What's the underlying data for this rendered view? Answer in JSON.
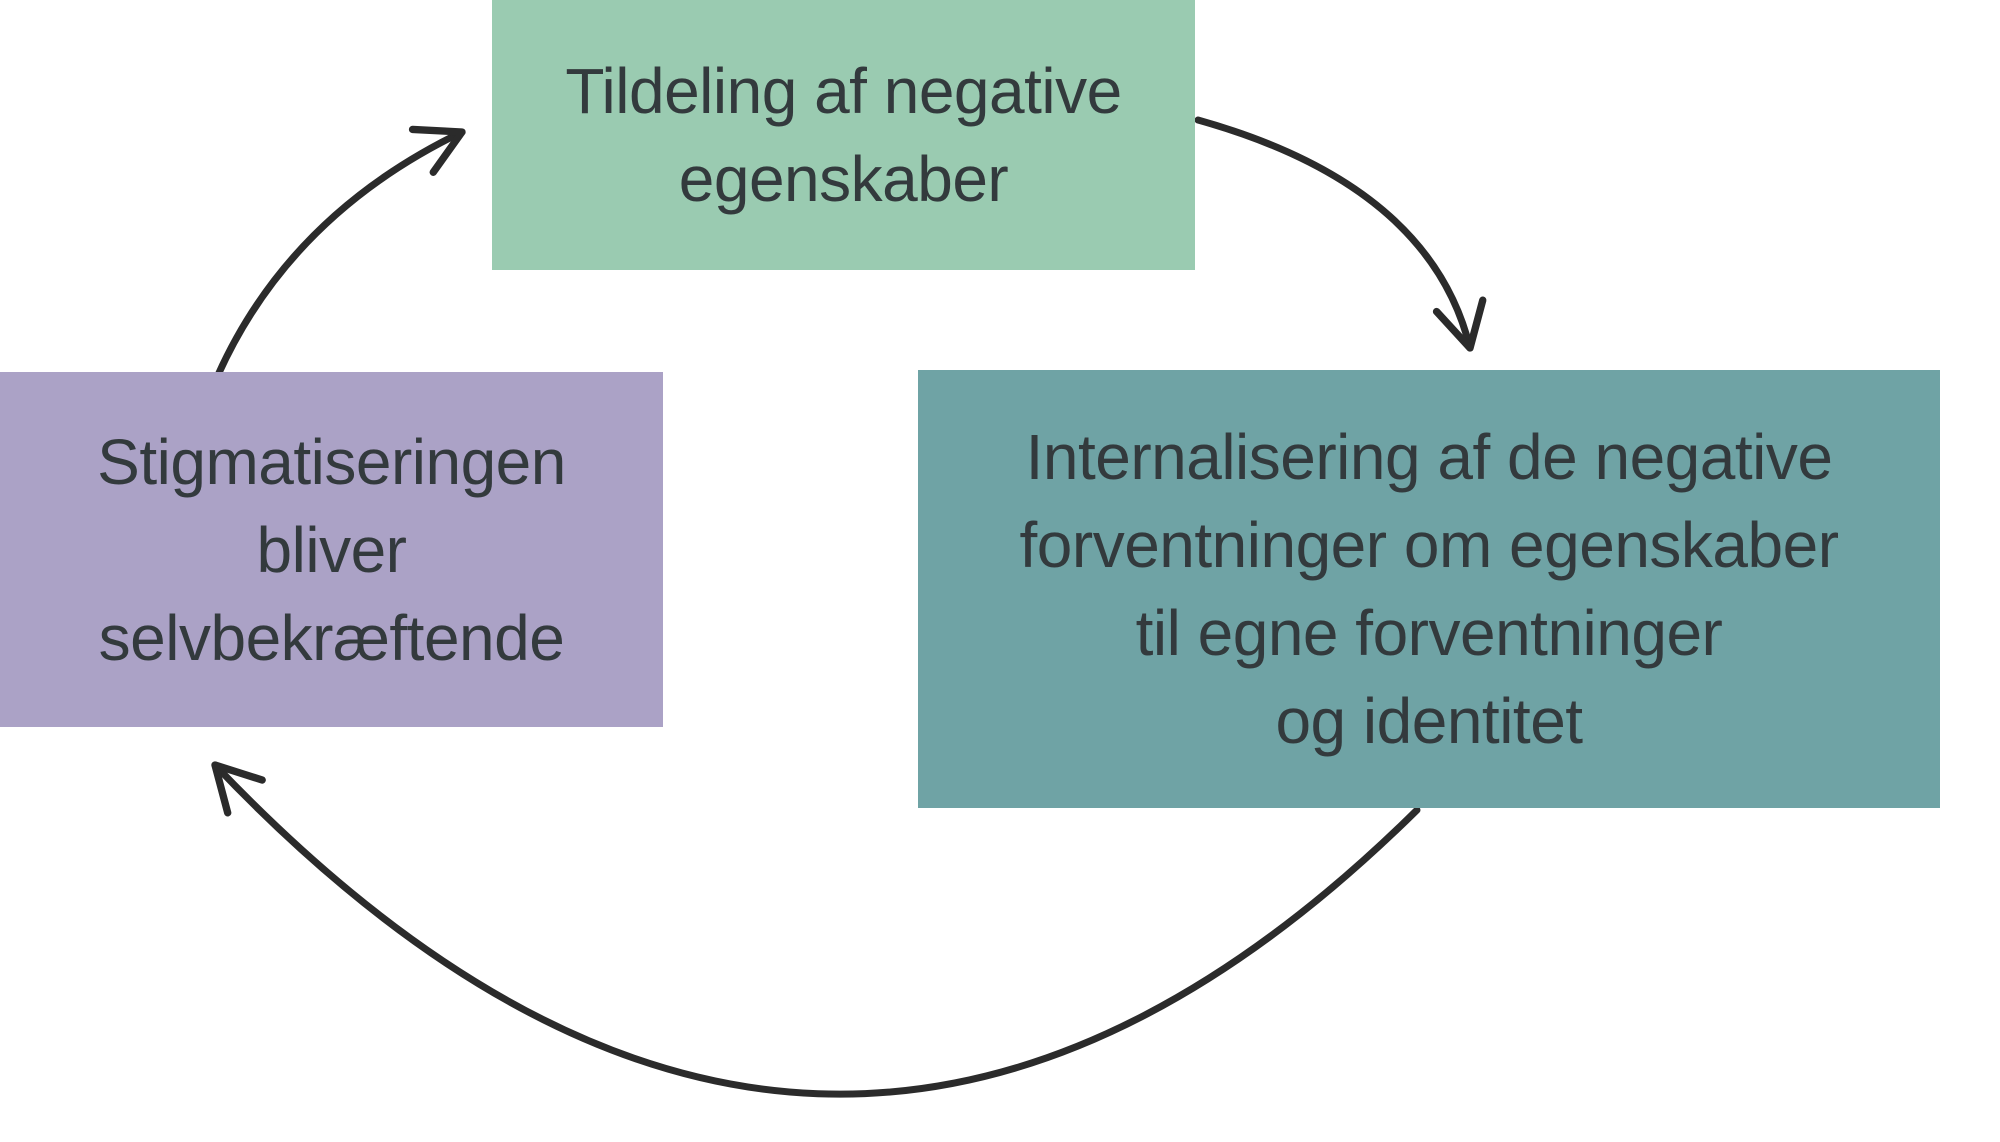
{
  "colors": {
    "green_box": "#9acbb1",
    "teal_box": "#6fa3a5",
    "purple_box": "#aba2c6",
    "arrow": "#2b2b2b",
    "text": "#333a3d",
    "background": "#ffffff"
  },
  "nodes": {
    "top": {
      "id": "tildeling",
      "lines": [
        "Tildeling af negative",
        "egenskaber"
      ]
    },
    "right": {
      "id": "internalisering",
      "lines": [
        "Internalisering af de negative",
        "forventninger om egenskaber",
        "til egne forventninger",
        "og identitet"
      ]
    },
    "left": {
      "id": "stigmatisering",
      "lines": [
        "Stigmatiseringen",
        "bliver",
        "selvbekræftende"
      ]
    }
  },
  "arrows": [
    {
      "from": "stigmatisering",
      "to": "tildeling"
    },
    {
      "from": "tildeling",
      "to": "internalisering"
    },
    {
      "from": "internalisering",
      "to": "stigmatisering"
    }
  ]
}
